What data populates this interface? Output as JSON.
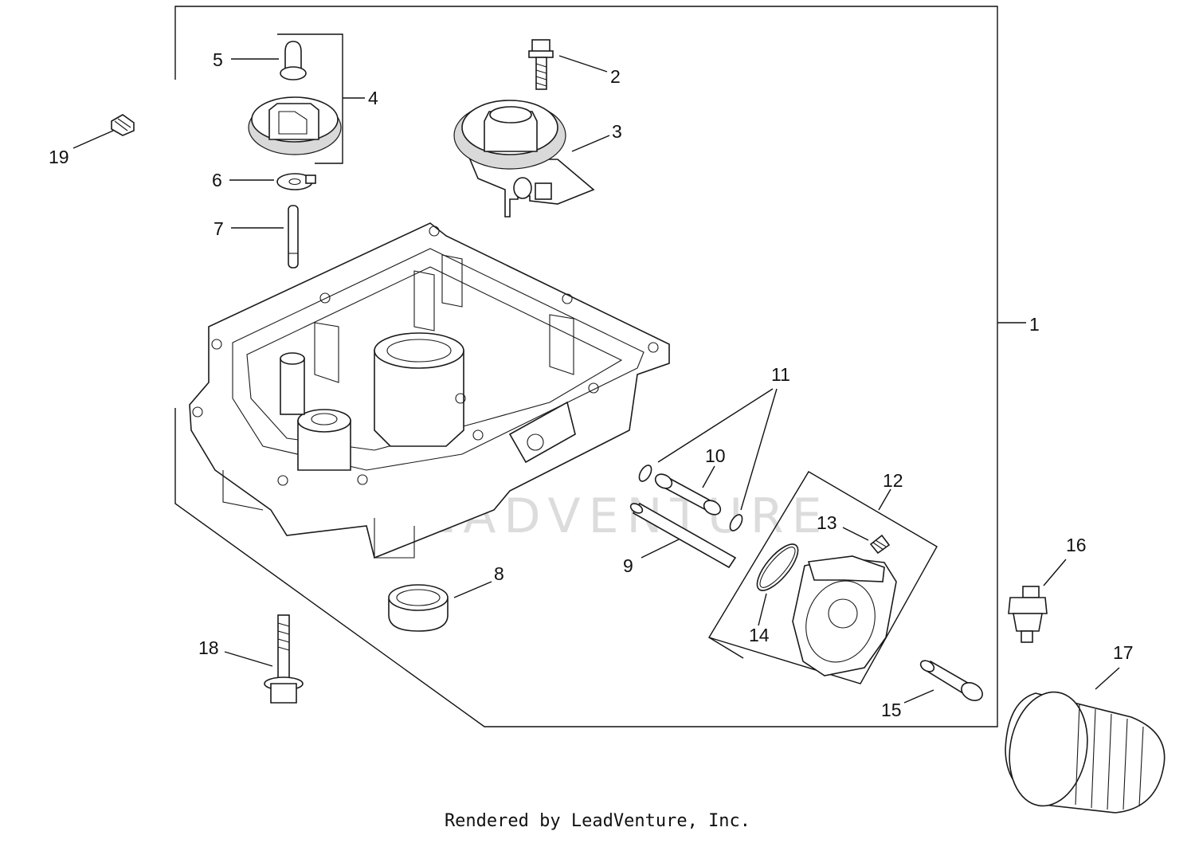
{
  "callouts": {
    "c1": "1",
    "c2": "2",
    "c3": "3",
    "c4": "4",
    "c5": "5",
    "c6": "6",
    "c7": "7",
    "c8": "8",
    "c9": "9",
    "c10": "10",
    "c11": "11",
    "c12": "12",
    "c13": "13",
    "c14": "14",
    "c15": "15",
    "c16": "16",
    "c17": "17",
    "c18": "18",
    "c19": "19"
  },
  "watermark": "LEADVENTURE",
  "footer": "Rendered by LeadVenture, Inc."
}
